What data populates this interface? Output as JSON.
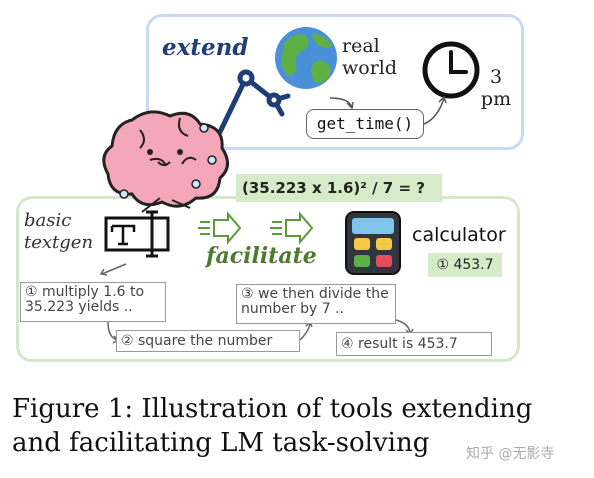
{
  "top": {
    "extend": "extend",
    "real_world": "real\nworld",
    "get_time": "get_time()",
    "clock_time": "3\npm"
  },
  "bottom": {
    "equation": "(35.223 x 1.6)² / 7 = ?",
    "basic_textgen": "basic\ntextgen",
    "textgen_icon_letter": "T",
    "facilitate": "facilitate",
    "calculator": "calculator",
    "calculator_result": "① 453.7",
    "steps": [
      "① multiply 1.6 to 35.223 yields ..",
      "② square the number",
      "③ we then divide the number by 7 ..",
      "④ result is 453.7"
    ]
  },
  "caption": "Figure 1: Illustration of tools extending and facilitating LM task-solving",
  "watermark": "知乎 @无影寺",
  "colors": {
    "top_panel_border": "#c9daf0",
    "bottom_panel_border": "#d7e8c9",
    "extend_text": "#1f3e78",
    "facilitate_text": "#4c7a2e",
    "highlight_green": "#d6ecc8",
    "brain_pink": "#f4a7b9"
  },
  "icons": [
    "robot-arm-icon",
    "globe-icon",
    "clock-icon",
    "brain-icon",
    "text-cursor-icon",
    "arrow-icon",
    "calculator-icon"
  ]
}
